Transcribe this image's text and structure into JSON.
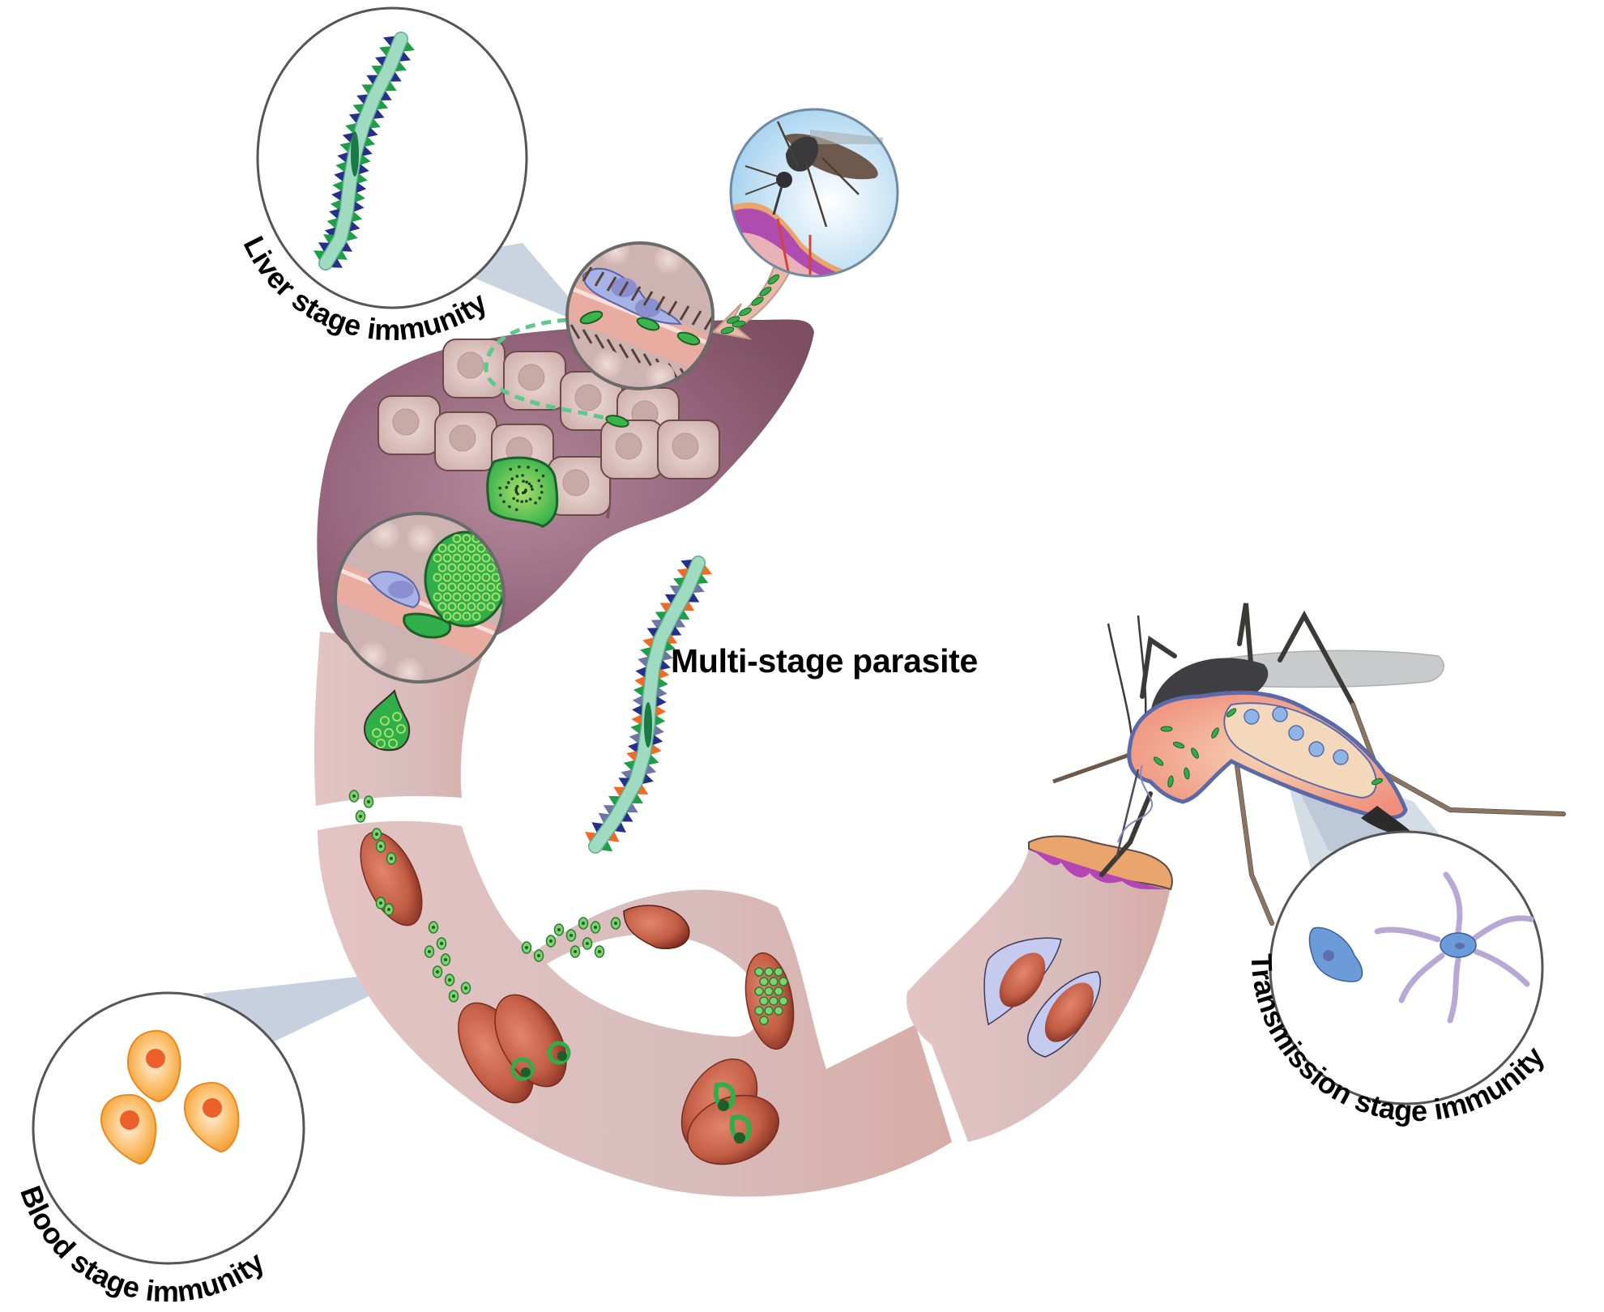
{
  "title": "Malaria life cycle and stage-specific immunity",
  "labels": {
    "liver_stage": "Liver stage immunity",
    "blood_stage": "Blood stage immunity",
    "transmission_stage": "Transmission stage immunity",
    "multi_stage": "Multi-stage parasite"
  },
  "stages": [
    {
      "id": "mosquito-bite",
      "description": "Mosquito injects sporozoites into skin"
    },
    {
      "id": "liver",
      "description": "Sporozoites travel to liver and develop in hepatocytes"
    },
    {
      "id": "merosome",
      "description": "Merozoite-filled merosome released into blood"
    },
    {
      "id": "blood",
      "description": "Merozoites invade red blood cells (rings, trophozoites, schizonts)"
    },
    {
      "id": "gametocytes",
      "description": "Gametocytes taken up by mosquito"
    },
    {
      "id": "mosquito-midgut",
      "description": "Sexual development in mosquito"
    }
  ],
  "colors": {
    "liver": "#8e5a6e",
    "vessel": "#d9b6b4",
    "rbc": "#b8543c",
    "parasite_green": "#2fae4a",
    "cone": "#b8c4d6",
    "sporozoite_body": "#9edbc0",
    "spike_blue": "#262f8c",
    "spike_green": "#1f9e4a",
    "spike_orange": "#f06a24",
    "spike_slate": "#6d76a5",
    "blood_cell_orange": "#f39a2b",
    "transmission_cell_blue": "#6b9bd8",
    "transmission_cell_lilac": "#b9a8d6"
  }
}
